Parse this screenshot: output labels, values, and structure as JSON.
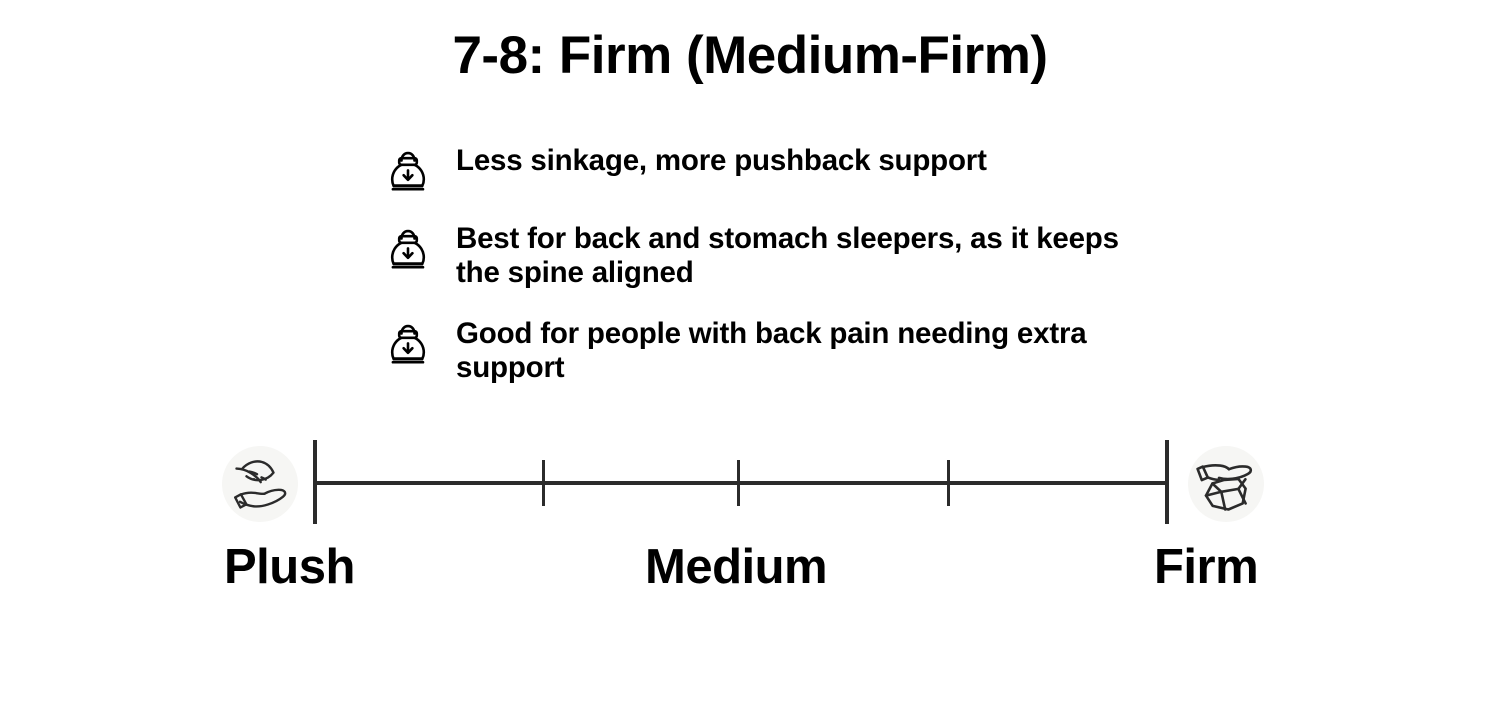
{
  "title": "7-8: Firm (Medium-Firm)",
  "bullets": [
    {
      "icon": "kettlebell-down-arrow-icon",
      "text": "Less sinkage, more pushback support"
    },
    {
      "icon": "kettlebell-down-arrow-icon",
      "text": "Best for back and stomach sleepers, as it keeps the spine aligned"
    },
    {
      "icon": "kettlebell-down-arrow-icon",
      "text": "Good for people with back pain needing extra support"
    }
  ],
  "scale": {
    "left_icon": "hand-holding-feather-icon",
    "right_icon": "hand-holding-rock-icon",
    "labels": {
      "left": "Plush",
      "center": "Medium",
      "right": "Firm"
    },
    "tick_count": 5,
    "colors": {
      "line": "#2b2b2b",
      "icon_disc": "#f6f6f4",
      "text": "#000000"
    }
  }
}
